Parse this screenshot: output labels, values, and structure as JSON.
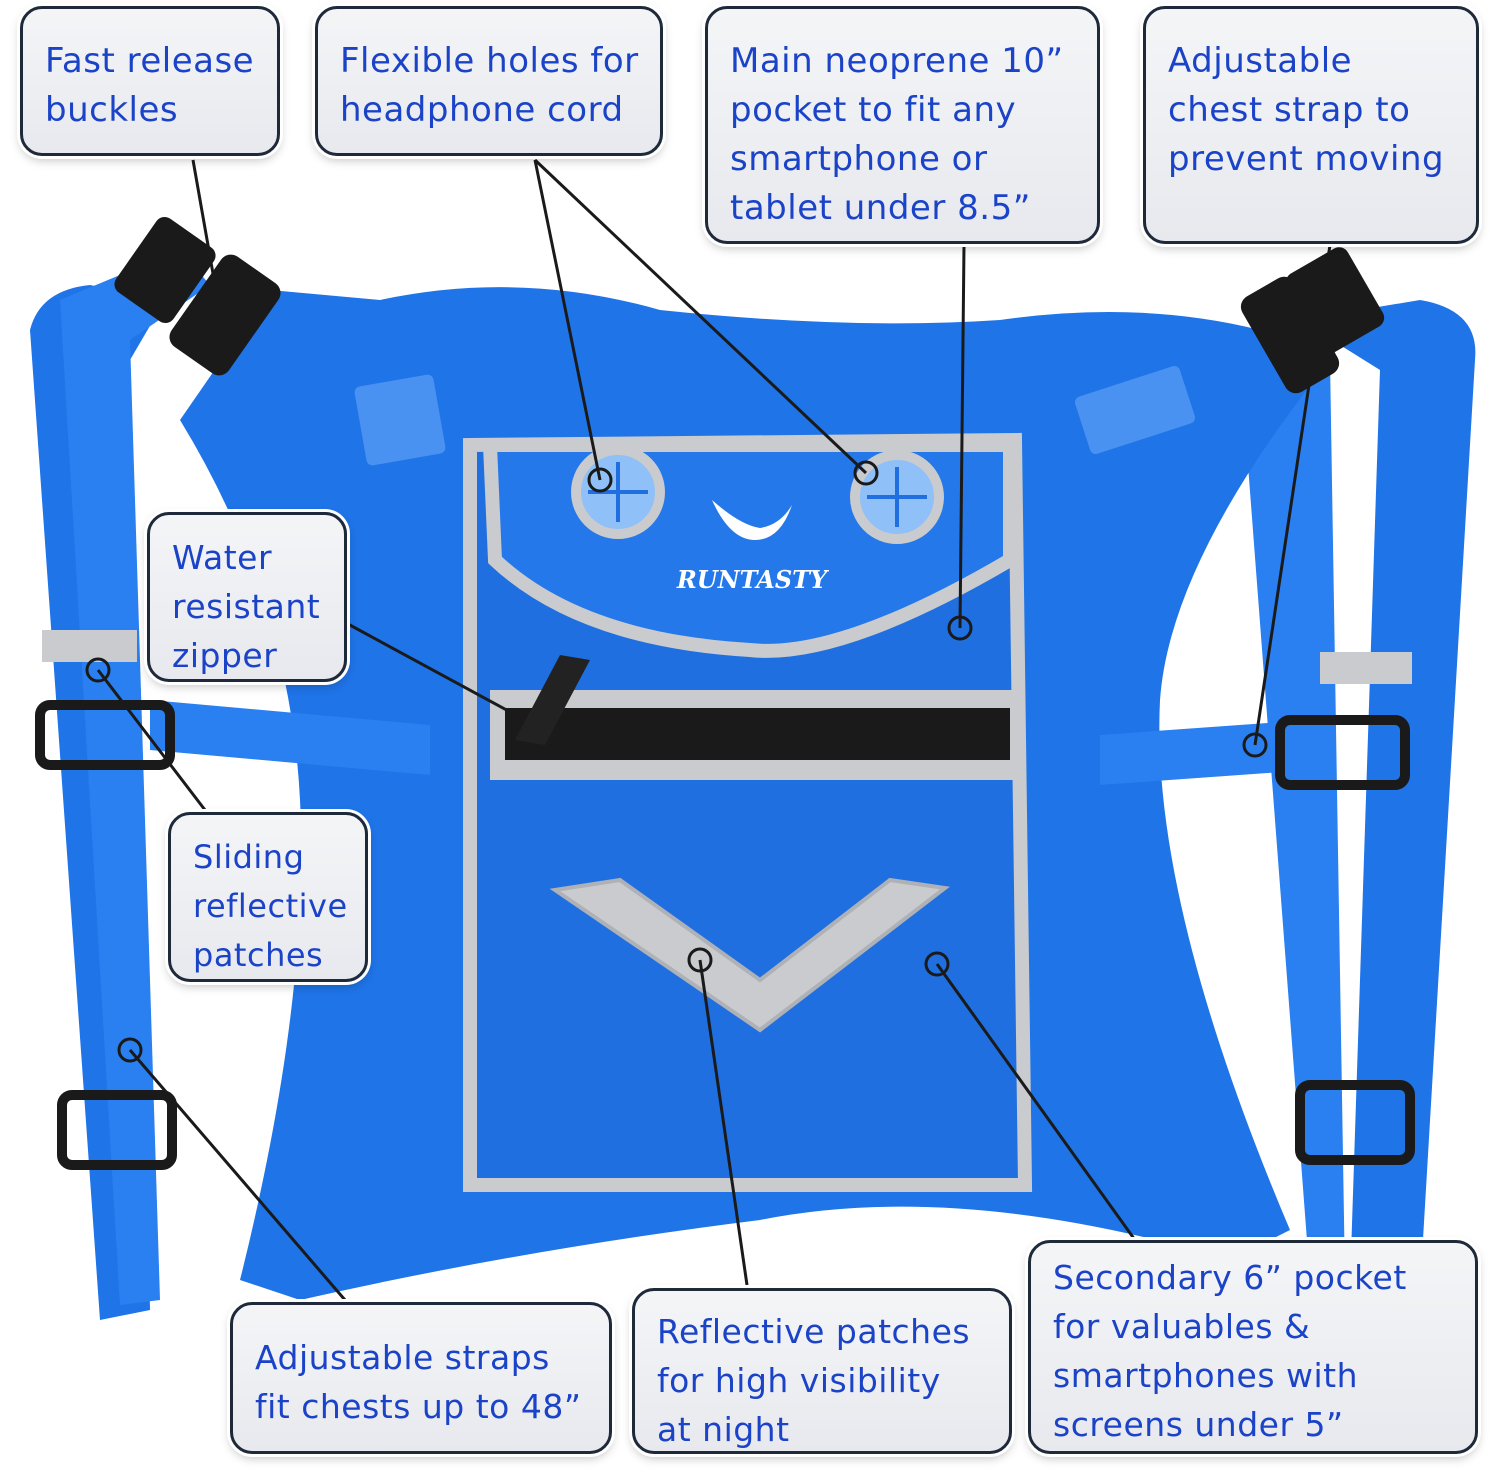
{
  "brand": "RUNTASTY",
  "colors": {
    "vest": "#1f74e8",
    "vest_dark": "#175fc7",
    "reflective": "#c9cbcf",
    "callout_text": "#1b43c8",
    "callout_border": "#1e2a3a"
  },
  "callouts": [
    {
      "id": "buckles",
      "text": "Fast release\nbuckles"
    },
    {
      "id": "holes",
      "text": "Flexible holes for\nheadphone cord"
    },
    {
      "id": "main-pocket",
      "text": "Main neoprene 10”\npocket to fit any\nsmartphone or\ntablet under 8.5”"
    },
    {
      "id": "chest-strap",
      "text": "Adjustable\nchest strap to\nprevent moving"
    },
    {
      "id": "zipper",
      "text": "Water\nresistant\nzipper"
    },
    {
      "id": "sliding",
      "text": "Sliding\nreflective\npatches"
    },
    {
      "id": "straps",
      "text": "Adjustable straps\nfit chests up to 48”"
    },
    {
      "id": "reflective",
      "text": "Reflective patches\nfor high visibility\nat night"
    },
    {
      "id": "secondary",
      "text": "Secondary 6” pocket\nfor valuables &\nsmartphones with\nscreens under 5”"
    }
  ]
}
